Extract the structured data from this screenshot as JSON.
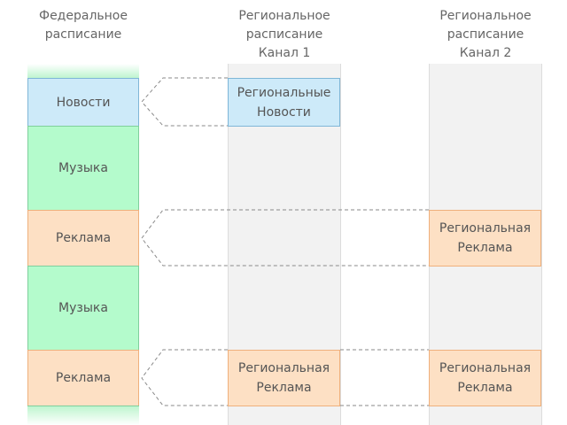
{
  "headers": {
    "federal": "Федеральное\nрасписание",
    "regional1": "Региональное\nрасписание\nКанал 1",
    "regional2": "Региональное\nрасписание\nКанал 2"
  },
  "federal": {
    "news": "Новости",
    "music1": "Музыка",
    "ad1": "Реклама",
    "music2": "Музыка",
    "ad2": "Реклама"
  },
  "channel1": {
    "news": "Региональные\nНовости",
    "ad": "Региональная\nРеклама"
  },
  "channel2": {
    "ad1": "Региональная\nРеклама",
    "ad2": "Региональная\nРеклама"
  },
  "colors": {
    "news_fill": "#cdeaf9",
    "music_fill": "#b4fbcc",
    "ad_fill": "#fde0c4",
    "track_fill": "#f2f2f2"
  }
}
